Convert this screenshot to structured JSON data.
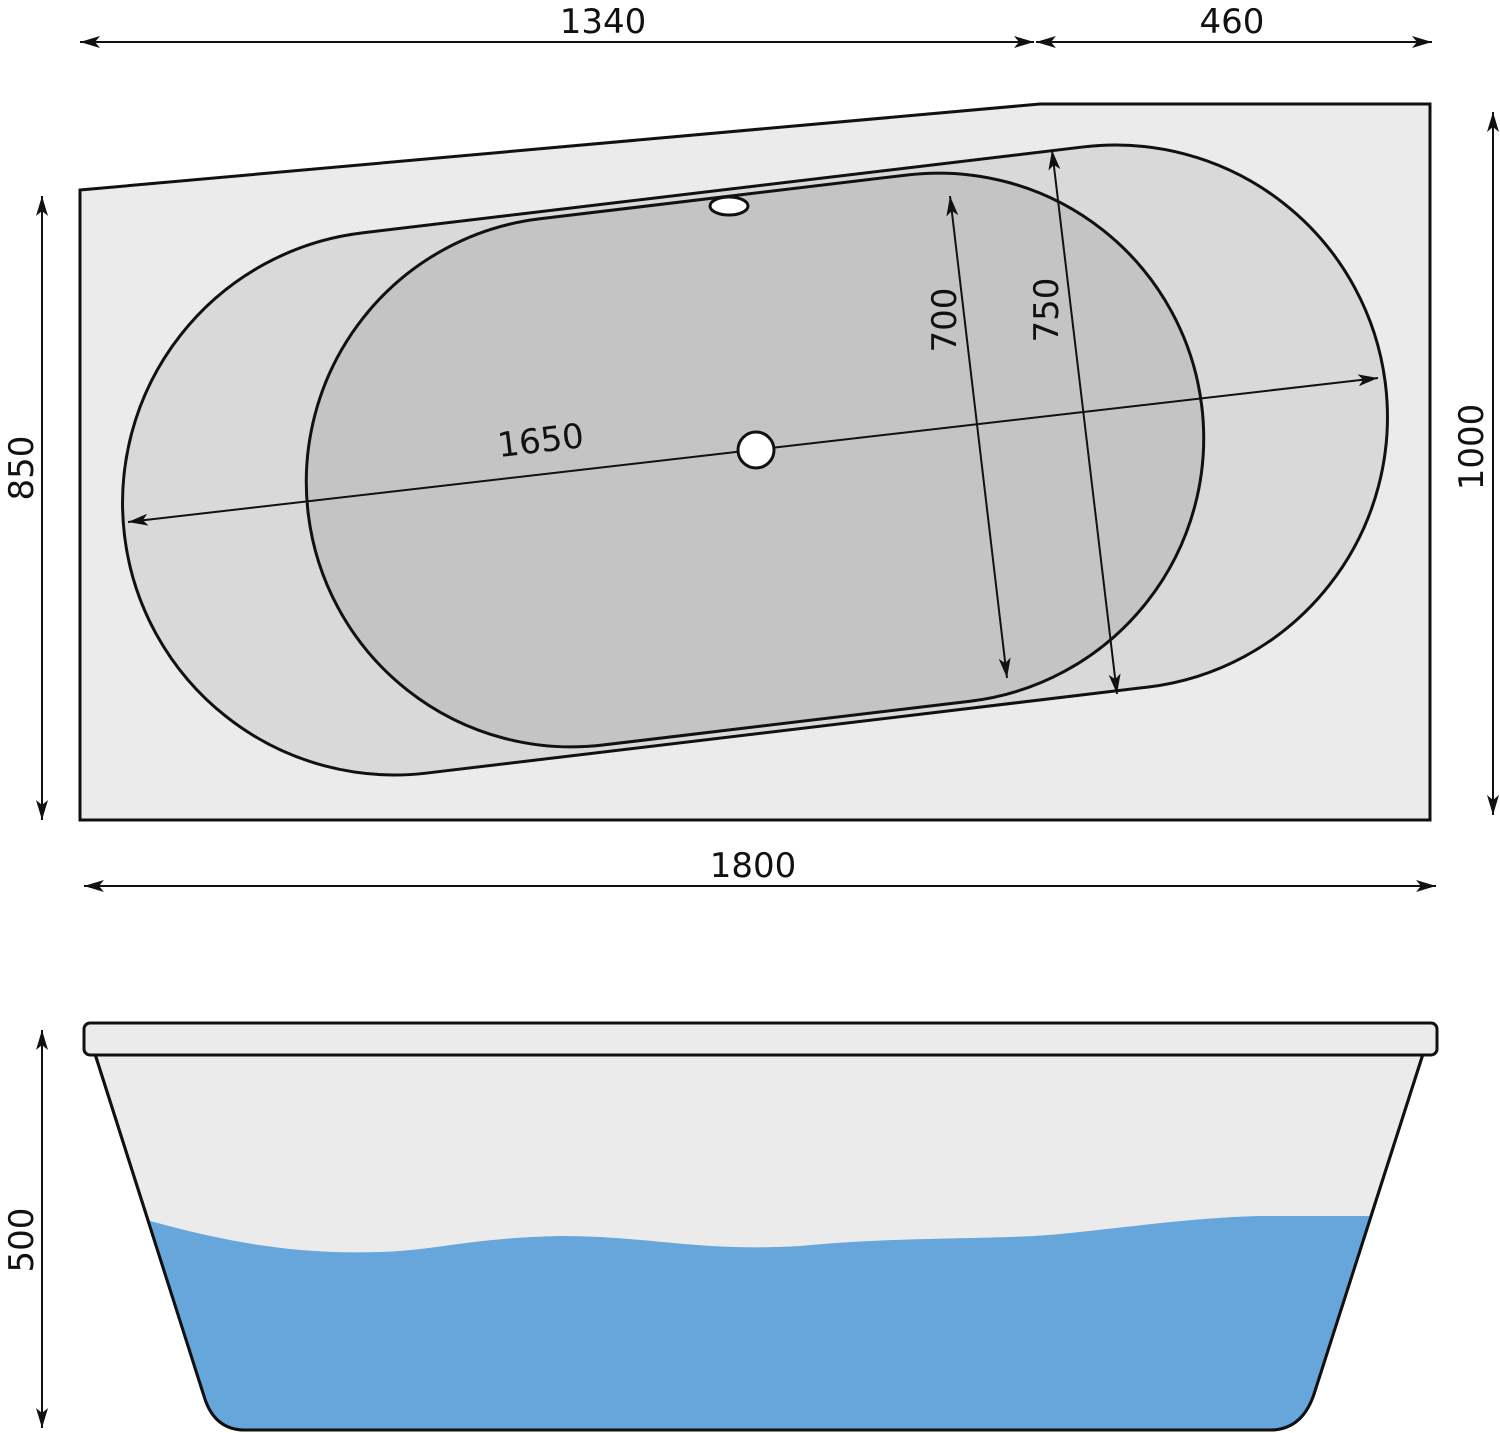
{
  "dimensions": {
    "top_left_width": "1340",
    "top_right_width": "460",
    "left_height": "850",
    "right_height": "1000",
    "overall_width": "1800",
    "inner_length": "1650",
    "inner_width_700": "700",
    "inner_width_750": "750",
    "depth": "500"
  },
  "colors": {
    "rim": "#ebebeb",
    "basin_outer": "#d9d9d9",
    "basin_inner": "#c4c4c4",
    "water": "#66a6db",
    "line": "#111111",
    "drain": "#ffffff"
  }
}
